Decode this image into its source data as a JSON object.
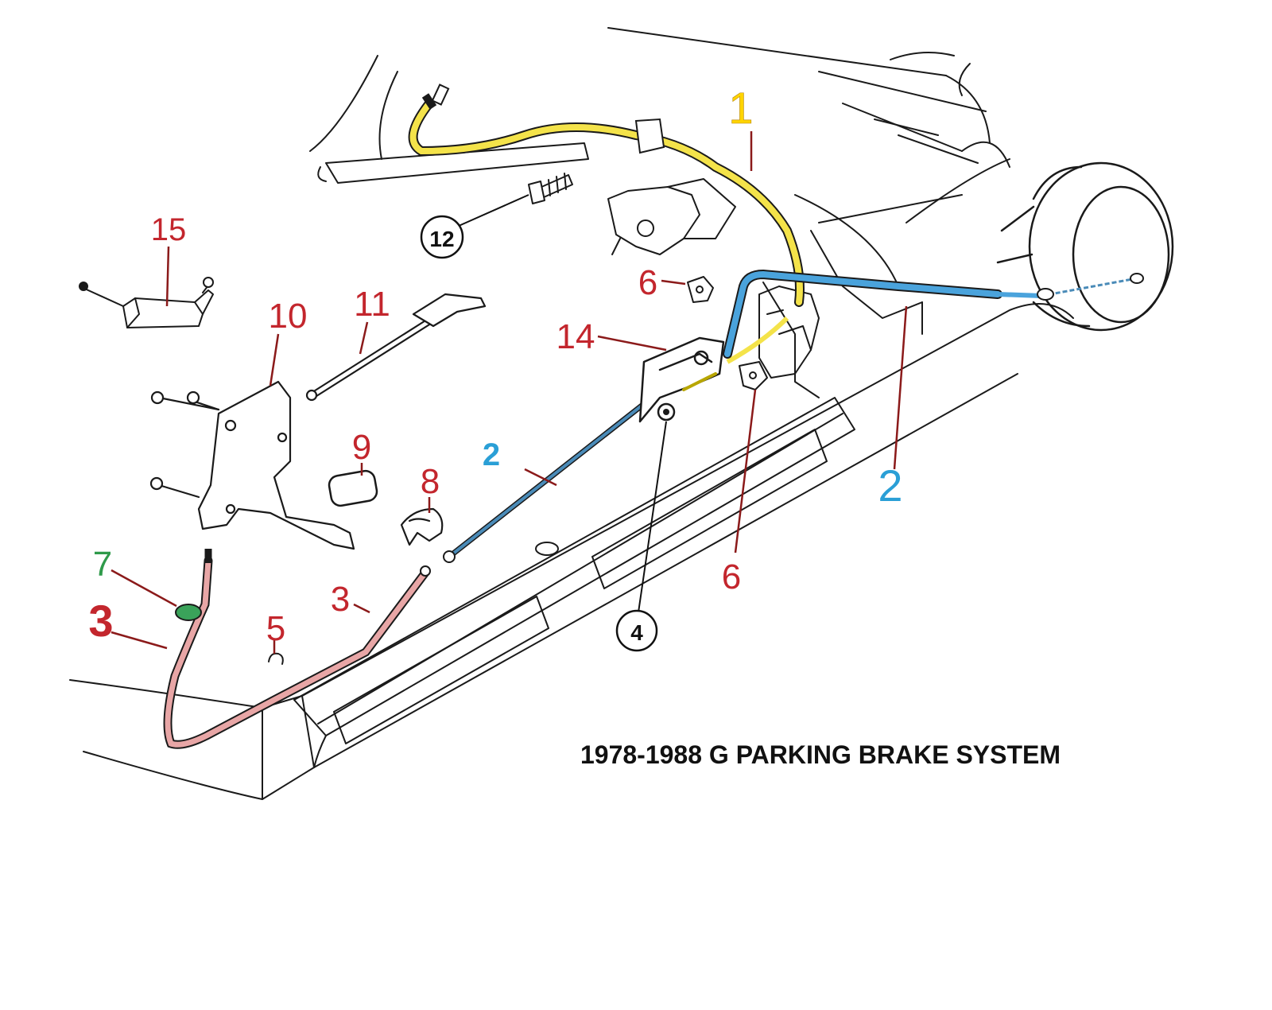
{
  "title": "1978-1988 G PARKING BRAKE SYSTEM",
  "callouts": [
    {
      "id": "1",
      "text": "1",
      "color": "yellow"
    },
    {
      "id": "2a",
      "text": "2",
      "color": "blue"
    },
    {
      "id": "2b",
      "text": "2",
      "color": "blue"
    },
    {
      "id": "3a",
      "text": "3",
      "color": "red"
    },
    {
      "id": "3b",
      "text": "3",
      "color": "red"
    },
    {
      "id": "4",
      "text": "4",
      "color": "black"
    },
    {
      "id": "5",
      "text": "5",
      "color": "red"
    },
    {
      "id": "6a",
      "text": "6",
      "color": "red"
    },
    {
      "id": "6b",
      "text": "6",
      "color": "red"
    },
    {
      "id": "7",
      "text": "7",
      "color": "green"
    },
    {
      "id": "8",
      "text": "8",
      "color": "red"
    },
    {
      "id": "9",
      "text": "9",
      "color": "red"
    },
    {
      "id": "10",
      "text": "10",
      "color": "red"
    },
    {
      "id": "11",
      "text": "11",
      "color": "red"
    },
    {
      "id": "12",
      "text": "12",
      "color": "black"
    },
    {
      "id": "14",
      "text": "14",
      "color": "red"
    },
    {
      "id": "15",
      "text": "15",
      "color": "red"
    }
  ],
  "colors": {
    "cable_1": "#f4e34a",
    "cable_2": "#4aa3dc",
    "cable_3": "#e8a6a6",
    "grommet_7": "#3aa35a",
    "label_red": "#c3262d",
    "label_blue": "#2a9fd6",
    "label_green": "#2f9a4a",
    "label_yellow": "#ffd400"
  }
}
